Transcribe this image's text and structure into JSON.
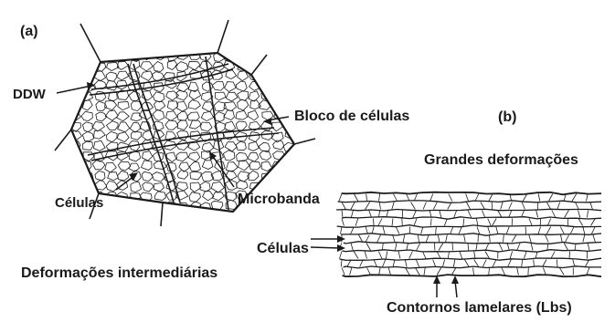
{
  "figure": {
    "panel_a": {
      "tag": "(a)",
      "labels": {
        "ddw": "DDW",
        "bloco": "Bloco de células",
        "celulas": "Células",
        "microbanda": "Microbanda",
        "caption": "Deformações intermediárias"
      }
    },
    "panel_b": {
      "tag": "(b)",
      "labels": {
        "caption_top": "Grandes deformações",
        "celulas": "Células",
        "contornos": "Contornos lamelares (Lbs)"
      }
    },
    "colors": {
      "ink": "#1a1a1a",
      "background": "#ffffff"
    }
  }
}
